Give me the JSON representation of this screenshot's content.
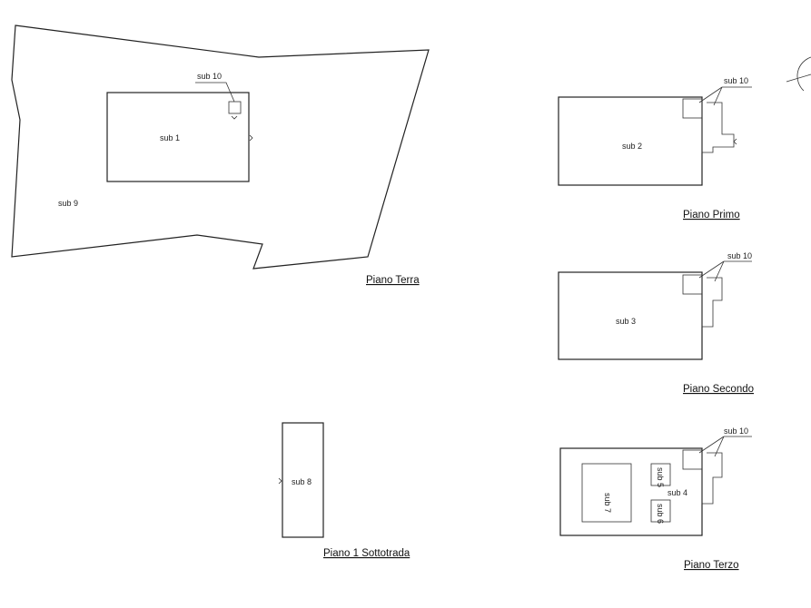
{
  "floors": {
    "terra": {
      "title": "Piano Terra",
      "labels": {
        "sub1": "sub 1",
        "sub9": "sub 9",
        "sub10": "sub 10"
      }
    },
    "primo": {
      "title": "Piano Primo",
      "labels": {
        "sub2": "sub 2",
        "sub10": "sub 10"
      }
    },
    "secondo": {
      "title": "Piano Secondo",
      "labels": {
        "sub3": "sub 3",
        "sub10": "sub 10"
      }
    },
    "terzo": {
      "title": "Piano Terzo",
      "labels": {
        "sub4": "sub 4",
        "sub5": "sub 5",
        "sub6": "sub 6",
        "sub7": "sub 7",
        "sub10": "sub 10"
      }
    },
    "sottostrada": {
      "title": "Piano 1 Sottotrada",
      "labels": {
        "sub8": "sub 8"
      }
    }
  }
}
